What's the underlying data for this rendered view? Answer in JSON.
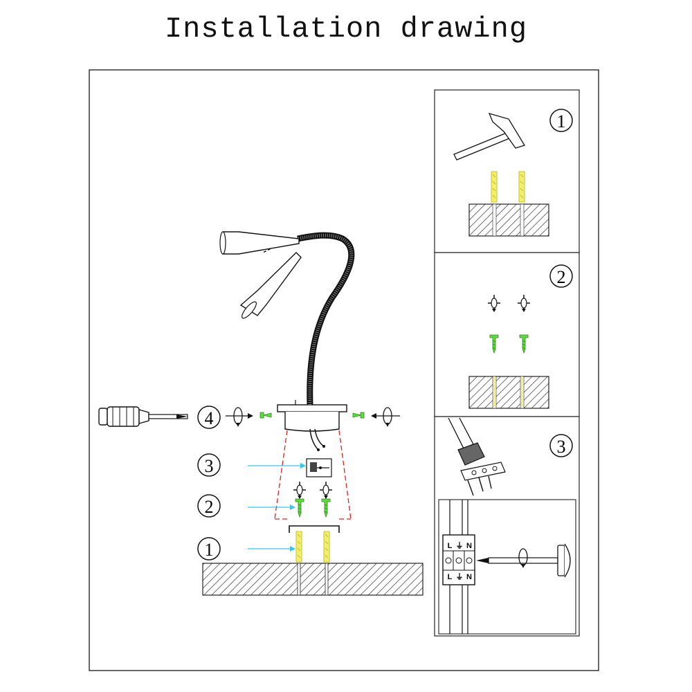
{
  "title": "Installation drawing",
  "colors": {
    "line": "#111111",
    "screw_green": "#5fdc3c",
    "anchor_yellow": "#f2ef6a",
    "guide_red": "#e02020",
    "arrow_cyan": "#30c8f0"
  },
  "main_steps": [
    "4",
    "3",
    "2",
    "1"
  ],
  "panels": [
    {
      "step": "1"
    },
    {
      "step": "2"
    },
    {
      "step": "3"
    }
  ],
  "terminal": {
    "top": [
      "L",
      "⏚",
      "N"
    ],
    "bottom": [
      "L",
      "⏚",
      "N"
    ]
  },
  "icons": [
    "hammer-icon",
    "screwdriver-icon",
    "lamp-icon",
    "screw-icon",
    "wall-anchor-icon",
    "rotate-icon"
  ]
}
